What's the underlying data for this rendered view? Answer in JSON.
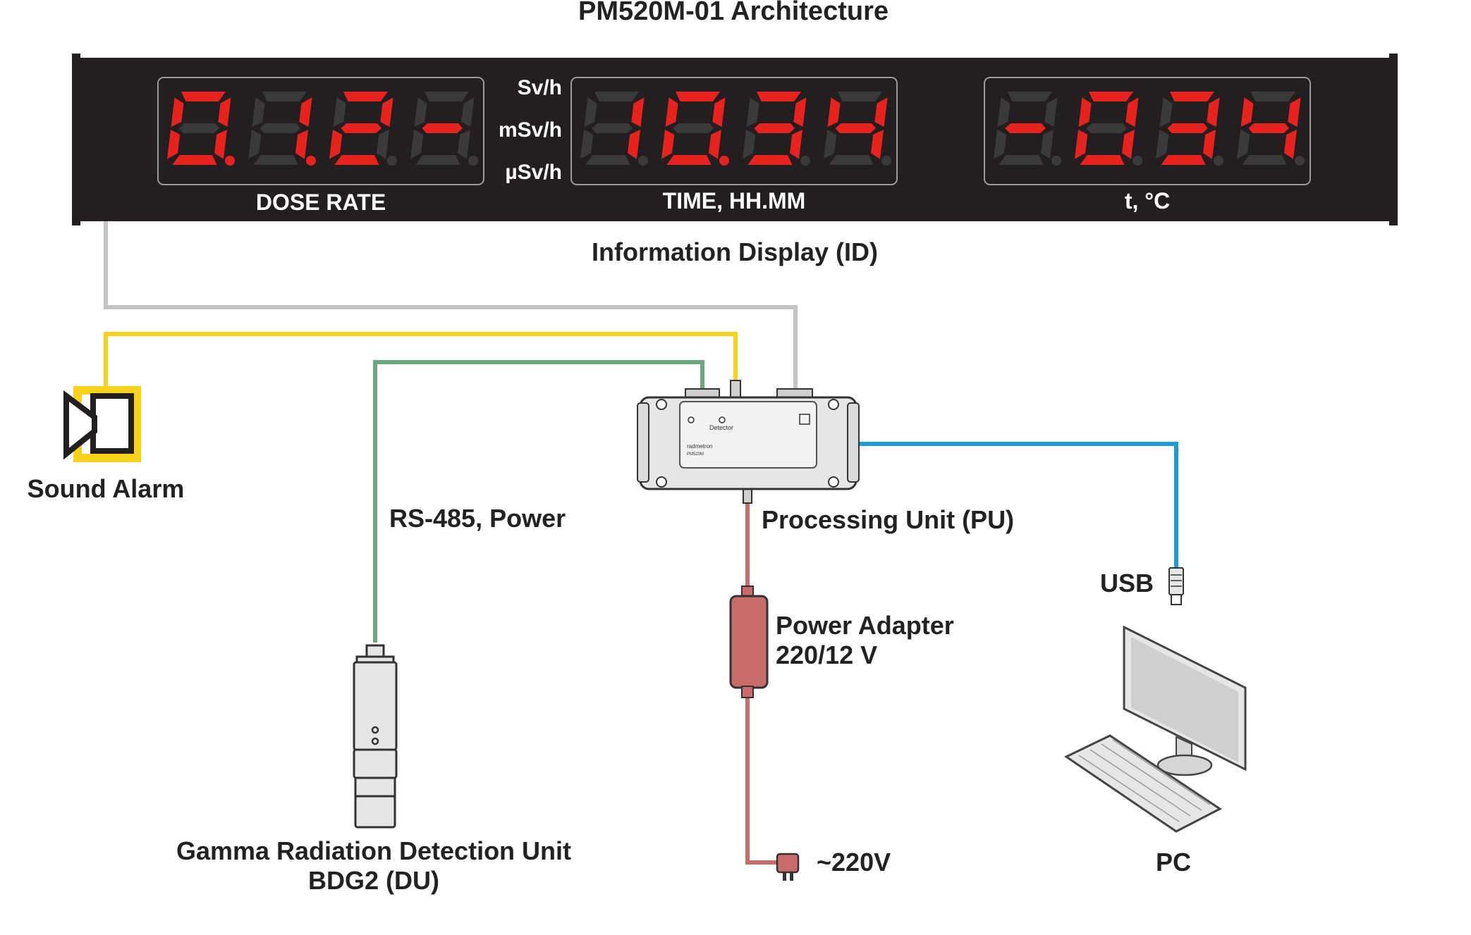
{
  "title": "PM520M-01 Architecture",
  "display": {
    "name": "Information Display (ID)",
    "dose": {
      "chars": [
        "0.",
        "1.",
        "2",
        "-"
      ],
      "label": "DOSE RATE"
    },
    "units": [
      "Sv/h",
      "mSv/h",
      "µSv/h"
    ],
    "time": {
      "chars": [
        "1",
        "0.",
        "3",
        "4"
      ],
      "label": "TIME, HH.MM"
    },
    "temp": {
      "chars": [
        "-",
        "0",
        "3",
        "4"
      ],
      "label": "t, °C"
    },
    "segment_on_color": "#e8231d",
    "segment_off_color": "#3a3a3a",
    "panel_color": "#231f20"
  },
  "components": {
    "sound_alarm": "Sound Alarm",
    "cable_rs485": "RS-485, Power",
    "processing_unit": "Processing Unit (PU)",
    "pu_text": {
      "detector": "Detector",
      "brand": "radmetron",
      "model": "PM520M"
    },
    "power_adapter_line1": "Power Adapter",
    "power_adapter_line2": "220/12 V",
    "mains": "~220V",
    "usb": "USB",
    "pc": "PC",
    "detection_unit_line1": "Gamma Radiation Detection Unit",
    "detection_unit_line2": "BDG2 (DU)"
  },
  "cable_colors": {
    "display": "#c3c3c3",
    "alarm": "#f7d21a",
    "rs485": "#6aa97c",
    "usb": "#1c9bd7",
    "power": "#c96a6b"
  },
  "icons": [
    "speaker-icon",
    "usb-plug-icon",
    "computer-icon",
    "power-plug-icon"
  ]
}
